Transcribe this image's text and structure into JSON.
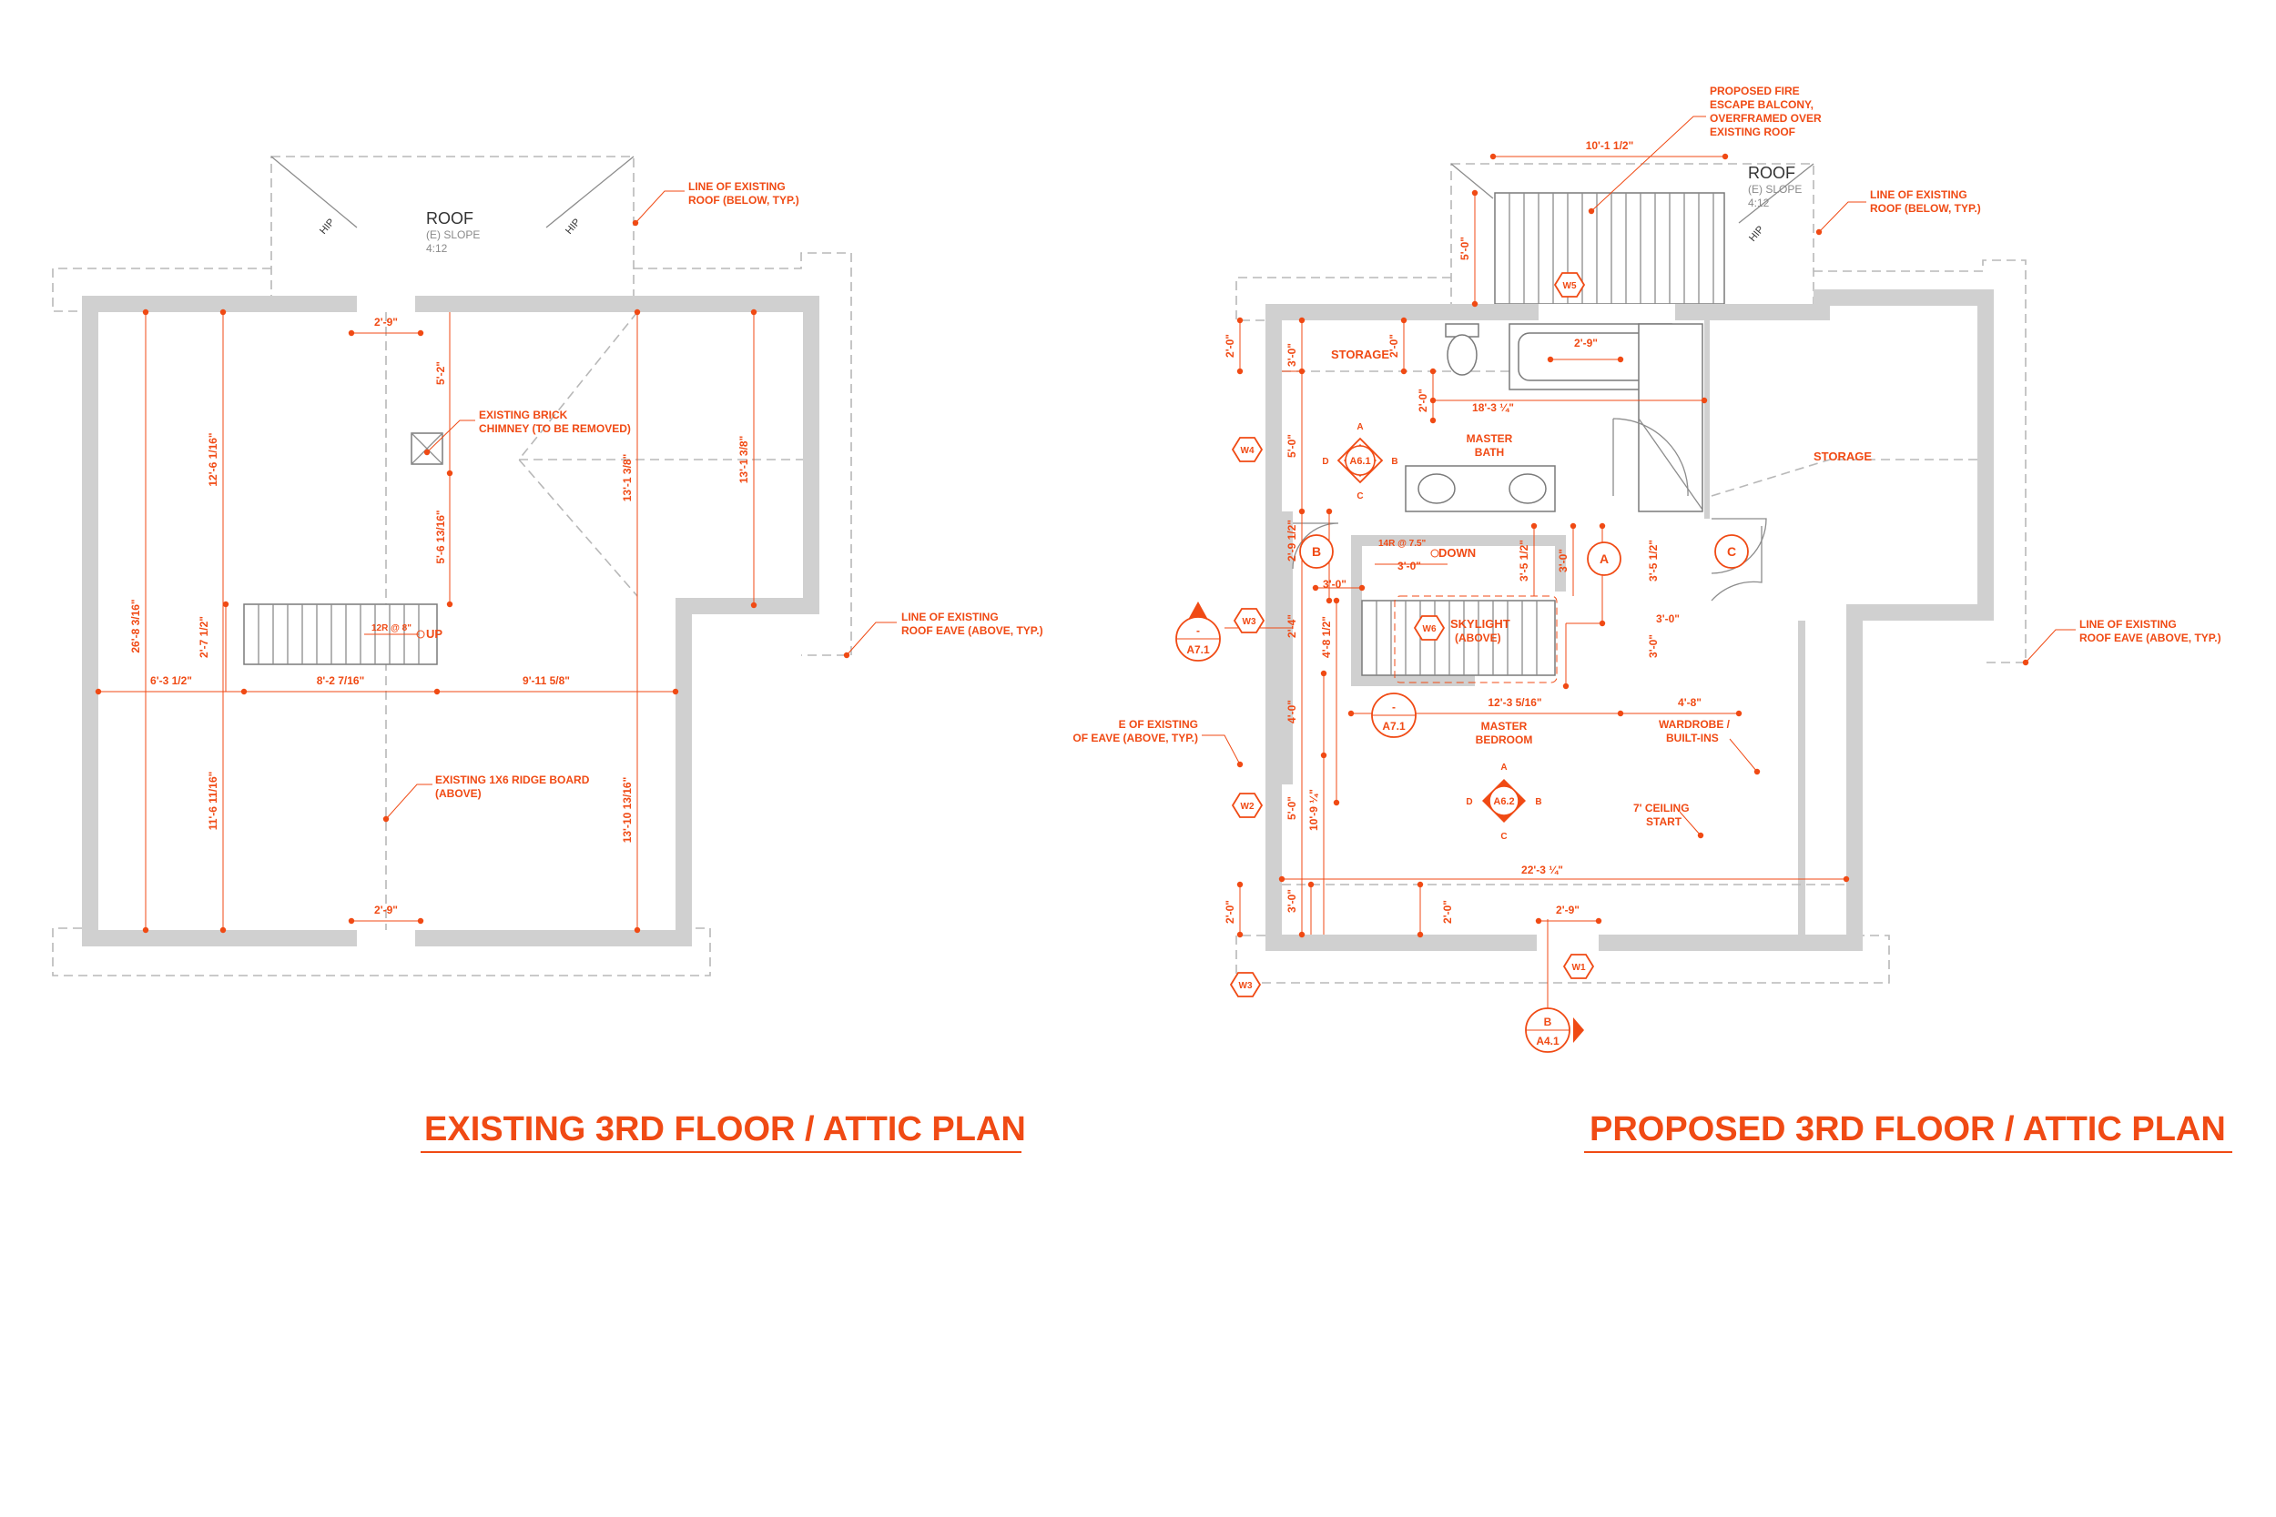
{
  "colors": {
    "accent": "#f04a14",
    "wall": "#d0d0d0",
    "dashed": "#b8b8b8"
  },
  "existing": {
    "title": "EXISTING 3RD FLOOR / ATTIC PLAN",
    "roof": {
      "label": "ROOF",
      "slope_label": "(E) SLOPE",
      "slope_value": "4:12",
      "hip": "HIP"
    },
    "notes": {
      "roof_below_1": "LINE OF EXISTING",
      "roof_below_2": "ROOF (BELOW, TYP.)",
      "eave_1": "LINE OF EXISTING",
      "eave_2": "ROOF EAVE (ABOVE, TYP.)",
      "chimney_1": "EXISTING BRICK",
      "chimney_2": "CHIMNEY (TO BE REMOVED)",
      "ridge_1": "EXISTING 1X6 RIDGE BOARD",
      "ridge_2": "(ABOVE)"
    },
    "stair": {
      "riser_note": "12R @ 8\"",
      "up": "UP"
    },
    "dims": {
      "window_top": "2'-9\"",
      "window_bottom": "2'-9\"",
      "chimney_top": "5'-2\"",
      "chimney_bottom": "5'-6 13/16\"",
      "left_upper": "12'-6 1/16\"",
      "left_overall": "26'-8 3/16\"",
      "left_lower": "11'-6 11/16\"",
      "stair_width": "2'-7 1/2\"",
      "h_a": "6'-3 1/2\"",
      "h_b": "8'-2 7/16\"",
      "h_c": "9'-11 5/8\"",
      "mid_upper": "13'-1 3/8\"",
      "right_upper": "13'-1 3/8\"",
      "mid_lower": "13'-10 13/16\""
    }
  },
  "proposed": {
    "title": "PROPOSED 3RD FLOOR / ATTIC PLAN",
    "roof": {
      "label": "ROOF",
      "slope_label": "(E) SLOPE",
      "slope_value": "4:12",
      "hip": "HIP"
    },
    "notes": {
      "fire_1": "PROPOSED FIRE",
      "fire_2": "ESCAPE BALCONY,",
      "fire_3": "OVERFRAMED OVER",
      "fire_4": "EXISTING ROOF",
      "roof_below_1": "LINE OF EXISTING",
      "roof_below_2": "ROOF (BELOW, TYP.)",
      "eave_right_1": "LINE OF EXISTING",
      "eave_right_2": "ROOF EAVE (ABOVE, TYP.)",
      "eave_left_1": "E OF EXISTING",
      "eave_left_2": "OF EAVE (ABOVE, TYP.)",
      "wardrobe_1": "WARDROBE /",
      "wardrobe_2": "BUILT-INS",
      "ceiling_1": "7' CEILING",
      "ceiling_2": "START",
      "skylight_1": "SKYLIGHT",
      "skylight_2": "(ABOVE)"
    },
    "rooms": {
      "storage_left": "STORAGE",
      "storage_right": "STORAGE",
      "bath_1": "MASTER",
      "bath_2": "BATH",
      "bed_1": "MASTER",
      "bed_2": "BEDROOM"
    },
    "stair": {
      "riser_note": "14R @ 7.5\"",
      "down": "DOWN"
    },
    "tags": {
      "w5": "W5",
      "w4": "W4",
      "w3a": "W3",
      "w6": "W6",
      "w2": "W2",
      "w1": "W1",
      "w3b": "W3",
      "a": "A",
      "b": "B",
      "c": "C"
    },
    "sections": {
      "left_top": "-",
      "left_bottom": "A7.1",
      "mid_top": "-",
      "mid_bottom": "A7.1",
      "bottom_top": "B",
      "bottom_bottom": "A4.1"
    },
    "elevations": {
      "e1": {
        "center": "A6.1",
        "n": "A",
        "e": "B",
        "s": "C",
        "w": "D"
      },
      "e2": {
        "center": "A6.2",
        "n": "A",
        "e": "B",
        "s": "C",
        "w": "D"
      }
    },
    "dims": {
      "balcony_w": "10'-1 1/2\"",
      "balcony_h": "5'-0\"",
      "tub_w": "2'-9\"",
      "d_2_0_top": "2'-0\"",
      "d_3_0_top": "3'-0\"",
      "d_2_0_stor": "2'-0\"",
      "d_2_0_v": "2'-0\"",
      "bath_w": "18'-3 ¼\"",
      "d_5_0_a": "5'-0\"",
      "d_2_9h": "2'-9 1/2\"",
      "d_3_0_b": "3'-0\"",
      "d_3_0_c": "3'-0\"",
      "d_3_5a": "3'-5 1/2\"",
      "d_3_0_d": "3'-0\"",
      "d_3_5b": "3'-5 1/2\"",
      "d_2_4": "2'-4\"",
      "d_4_8": "4'-8 1/2\"",
      "d_3_0_e": "3'-0\"",
      "d_3_0_f": "3'-0\"",
      "stair_w": "12'-3 5/16\"",
      "d_4_8b": "4'-8\"",
      "d_4_0": "4'-0\"",
      "d_10_9": "10'-9 ¼\"",
      "d_5_0_b": "5'-0\"",
      "bed_w": "22'-3 ¼\"",
      "d_2_0_bot": "2'-0\"",
      "d_3_0_bot": "3'-0\"",
      "d_2_0_bot2": "2'-0\"",
      "window_bot": "2'-9\""
    }
  }
}
